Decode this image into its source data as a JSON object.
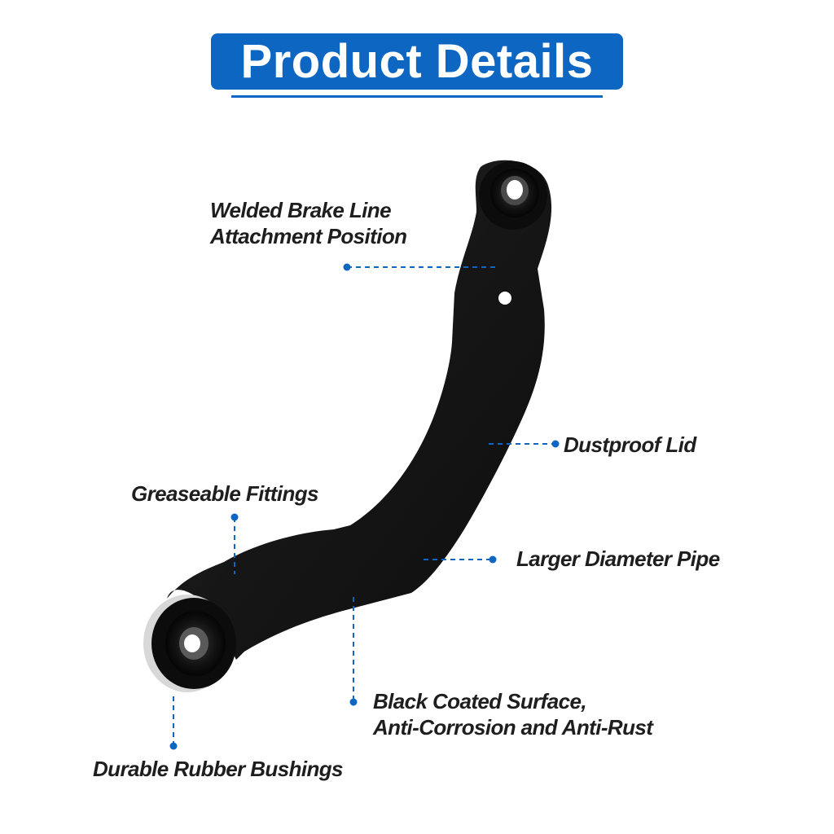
{
  "header": {
    "title": "Product Details"
  },
  "colors": {
    "accent": "#0d66c2",
    "arm": "#1a1a1a",
    "text": "#1e1e1e"
  },
  "callouts": {
    "brake_line": [
      "Welded Brake Line",
      "Attachment Position"
    ],
    "dustproof": "Dustproof Lid",
    "greaseable": "Greaseable Fittings",
    "pipe": "Larger Diameter Pipe",
    "coated": [
      "Black Coated Surface,",
      "Anti-Corrosion and Anti-Rust"
    ],
    "bushings": "Durable Rubber Bushings"
  }
}
